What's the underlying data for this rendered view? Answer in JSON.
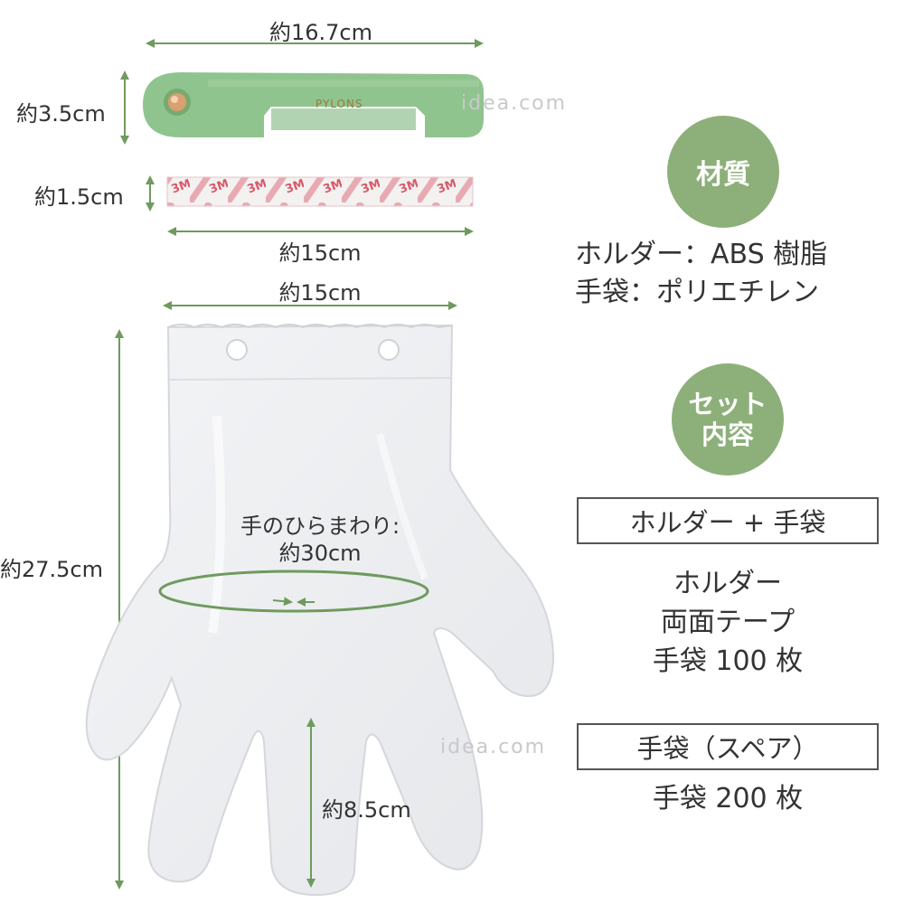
{
  "colors": {
    "accent_green": "#8db07a",
    "arrow_green": "#6f9a5e",
    "holder_green": "#8fc48e",
    "tape_pink": "#d85a6a",
    "text": "#333333",
    "watermark": "#c9c9c9"
  },
  "dimensions": {
    "holder_width": "約16.7cm",
    "holder_height": "約3.5cm",
    "tape_height": "約1.5cm",
    "tape_width": "約15cm",
    "glove_width": "約15cm",
    "glove_height": "約27.5cm",
    "palm_label": "手のひらまわり:",
    "palm_value": "約30cm",
    "finger_length": "約8.5cm"
  },
  "holder": {
    "brand_text": "PYLONS"
  },
  "tape": {
    "print_text": "3M"
  },
  "watermark": "idea.com",
  "material": {
    "heading": "材質",
    "lines": [
      "ホルダー：ABS 樹脂",
      "手袋：ポリエチレン"
    ]
  },
  "set_contents": {
    "heading_line1": "セット",
    "heading_line2": "内容",
    "set1": {
      "title": "ホルダー + 手袋",
      "items": [
        "ホルダー",
        "両面テープ",
        "手袋 100 枚"
      ]
    },
    "set2": {
      "title": "手袋（スペア）",
      "items": [
        "手袋 200 枚"
      ]
    }
  }
}
